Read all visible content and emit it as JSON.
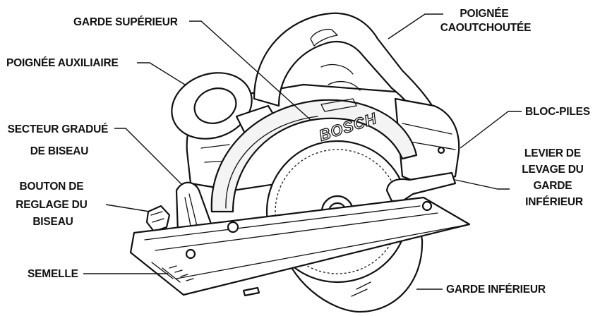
{
  "labels": {
    "garde_superieur": "GARDE SUPÉRIEUR",
    "poignee_line1": "POIGNÉE",
    "poignee_line2": "CAOUTCHOUTÉE",
    "poignee_auxiliaire": "POIGNÉE AUXILIAIRE",
    "bloc_piles": "BLOC-PILES",
    "secteur_line1": "SECTEUR GRADUÉ",
    "secteur_line2": "DE BISEAU",
    "levier_line1": "LEVIER DE",
    "levier_line2": "LEVAGE DU",
    "levier_line3": "GARDE",
    "levier_line4": "INFÉRIEUR",
    "bouton_line1": "BOUTON DE",
    "bouton_line2": "REGLAGE DU",
    "bouton_line3": "BISEAU",
    "semelle": "SEMELLE",
    "garde_inferieur": "GARDE INFÉRIEUR"
  },
  "brand": "BOSCH"
}
